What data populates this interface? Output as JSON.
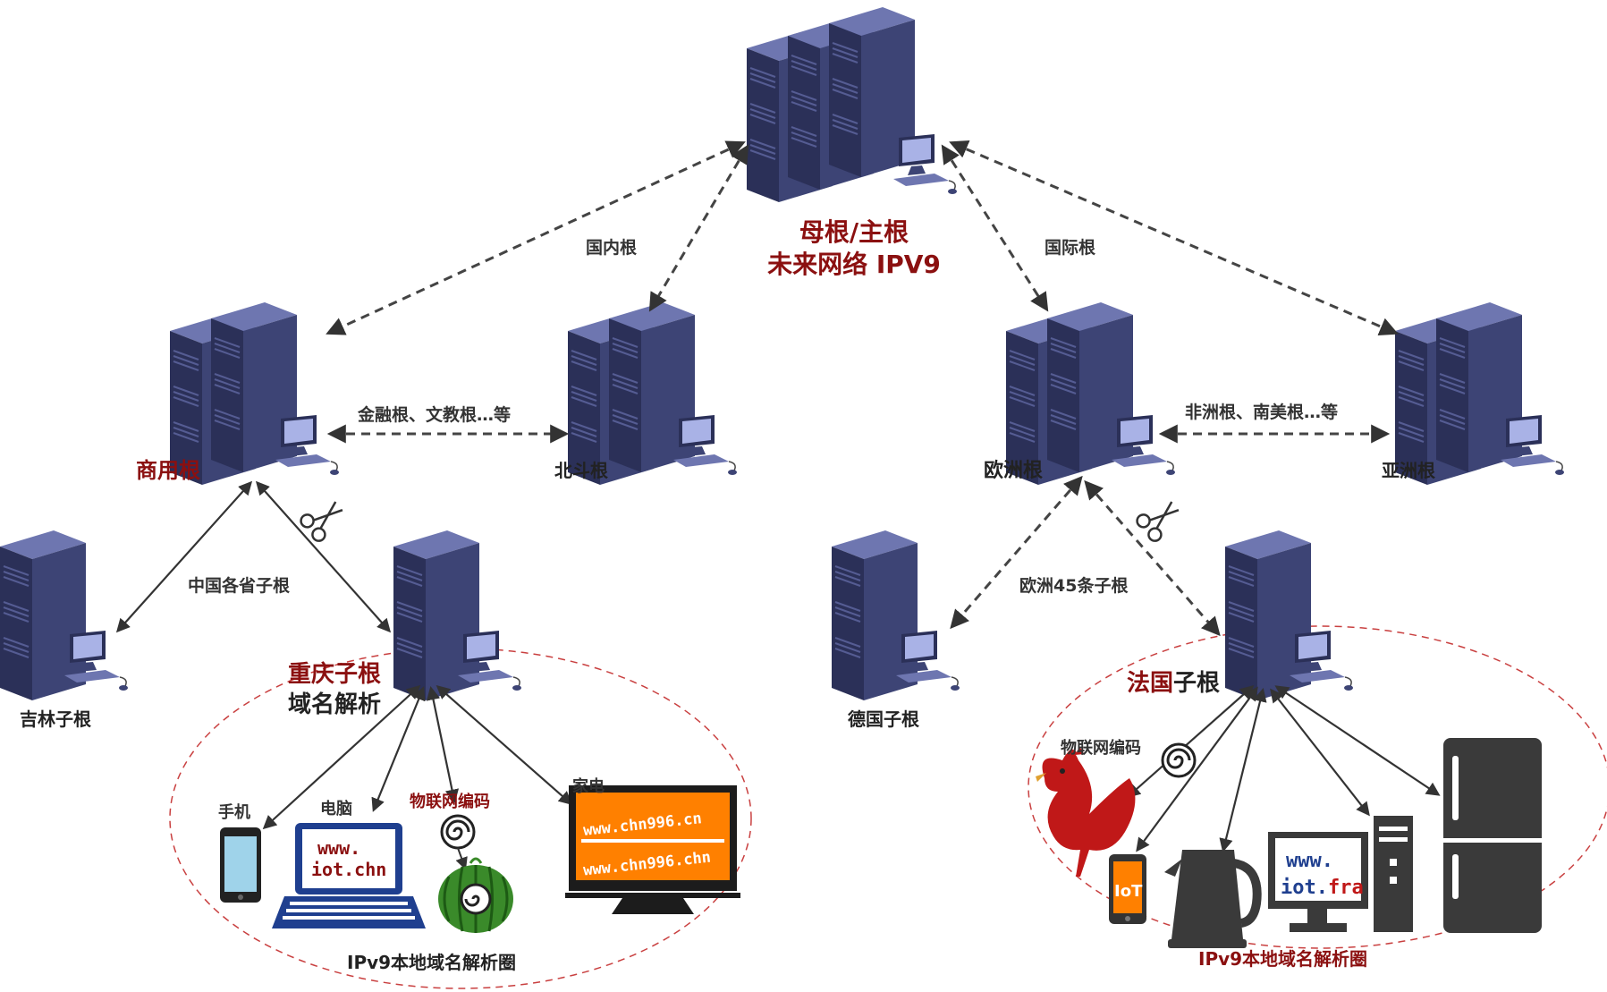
{
  "root": {
    "title_line1": "母根/主根",
    "title_line2": "未来网络 IPV9"
  },
  "edges": {
    "domestic": "国内根",
    "international": "国际根",
    "finance_culture": "金融根、文教根…等",
    "africa_samerica": "非洲根、南美根…等",
    "china_provinces": "中国各省子根",
    "europe_45": "欧洲45条子根"
  },
  "nodes": {
    "commercial": "商用根",
    "beidou": "北斗根",
    "europe": "欧洲根",
    "asia": "亚洲根",
    "jilin": "吉林子根",
    "chongqing_line1": "重庆子根",
    "chongqing_line2": "域名解析",
    "germany": "德国子根",
    "france_part1": "法国",
    "france_part2": "子根"
  },
  "left_circle": {
    "title": "IPv9本地域名解析圈",
    "phone": "手机",
    "computer": "电脑",
    "laptop_line1": "www.",
    "laptop_line2": "iot.chn",
    "iot_code": "物联网编码",
    "appliance": "家电",
    "tv_line1": "www.chn996.cn",
    "tv_line2": "www.chn996.chn"
  },
  "right_circle": {
    "title": "IPv9本地域名解析圈",
    "iot_code": "物联网编码",
    "phone_badge": "IoT",
    "monitor_line1": "www.",
    "monitor_line2a": "iot.",
    "monitor_line2b": "fra"
  },
  "colors": {
    "server_front": "#3d4475",
    "server_side": "#2b3058",
    "server_top": "#6e76b0",
    "accent_red": "#8b1010",
    "device_gray": "#3a3a3a",
    "tv_orange": "#ff8000",
    "laptop_blue": "#1f3f8f"
  },
  "icons": [
    "server-cluster-icon",
    "monitor-icon",
    "scissors-icon",
    "smartphone-icon",
    "laptop-icon",
    "qr-spiral-icon",
    "watermelon-icon",
    "tv-icon",
    "rooster-icon",
    "kettle-icon",
    "desktop-pc-icon",
    "refrigerator-icon"
  ]
}
